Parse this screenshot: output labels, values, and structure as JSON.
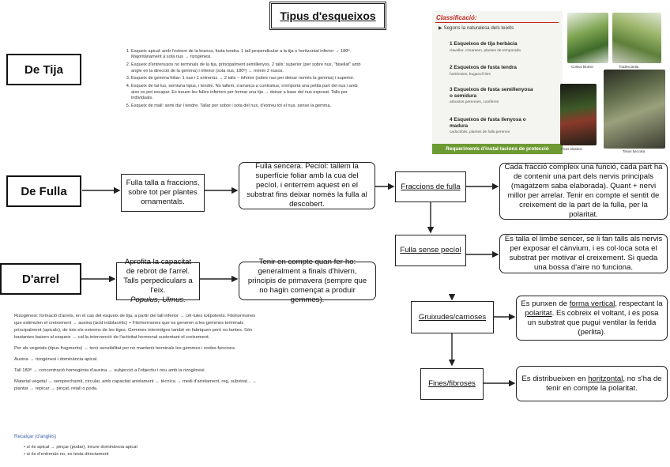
{
  "title": "Tipus d'esqueixos",
  "categories": {
    "tija": "De Tija",
    "fulla": "De Fulla",
    "arrel": "D'arrel"
  },
  "tija_notes": [
    "Esqueix apical: amb l'extrem de la branca, fusta tendra. 1 tall perpendicular a la tija o horitzontal inferior → 180º. Majoritàriament a sota nus → rizogènesi.",
    "Esqueix d'entrenusos no terminals de la tija, principalment semillenyos. 2 talls: superior (per sobre nus, \"bisellat\" amb angle en la direcció de la gemma) i inferior (sota nus, 180º) → mínim 2 nusos.",
    "Esqueix de gemma foliar: 1 nus i 1 entrenús → 2 talls – inferior (sobre nus per deixar només la gemma) i superior.",
    "Esqueix de tal·lus, semiuna tipus, i tendre. No tallem, s'arranca a contrarius, s'emporta una petita part del nus i amb aixo es pot escapar. Es treuen les fulles inferiors per formar una tija → deixar a base del nus exposat. Talls per individuals.",
    "Esqueix de mall: semi dur i tendre. Tallar per sobre i sota del nus, d'extreu tot el nus, sense la gemma."
  ],
  "fulla_flow": {
    "a": "Fulla talla a fraccions, sobre tot per plantes ornamentals.",
    "b": "Fulla sencera. Pecíol: tallem la superfície foliar amb la cua del pecíol, i enterrem aquest en el substrat fins deixar només la fulla al descobert.",
    "c": "Fraccions de fulla",
    "d": "Cada fracció compleix una funció, cada part ha de contenir una part dels nervis principals (magatzem saba elaborada). Quant + nervi millor per arrelar. Tenir en compte el sentit de creixement de la part de la fulla, per la polaritat.",
    "e": "Fulla sense pecíol",
    "f": "Es talla el limbe sencer, se li fan talls als nervis per exposar el cànvium, i es col·loca sota el substrat per motivar el creixement. Si queda una bossa d'aire no funciona."
  },
  "arrel_flow": {
    "a": "Aprofita la capacitat de rebrot de l'arrel. Talls perpediculars a l'eix.",
    "a_italic": "Populus, Ulmus.",
    "b": "Tenir en compte quan fer-ho: generalment a finals d'hivern, principis de primavera (sempre que no hagin començat a produir gemmes).",
    "c": "Gruixudes/carnoses",
    "d_pre": "Es punxen de ",
    "d_u1": "forma vertical",
    "d_mid": ", respectant la ",
    "d_u2": "polaritat",
    "d_post": ". Es cobreix el voltant, i es posa un substrat que pugui ventilar la ferida (perlita).",
    "e": "Fines/fibroses",
    "f_pre": "Es distribueixen en ",
    "f_u": "horitzontal",
    "f_post": ", no s'ha de tenir en compte la polaritat."
  },
  "bottom_notes": [
    "Rizogènesi: formació d'arrels, en el cas del esqueix de tija, a partir del tall inferior → cèl·lules totipotents. Fitohormones que estimulen el creixement → auxina (àcid indolacètic) + Fitohormones que es generen a les gemmes terminals principalment (apicals), de tots els extrems de les tiges. Gemmes intermitges també en fabriquen però no tantes. Són bastantes baixen al esqueix → cal la intervenció de l'activitat hormonal sustentant el creixement.",
    "Per als vegetals (tipus fragments) → tenir sensibilitat per no mantenir terminals les gemmes i nodes funcions.",
    "Auxina → rizogènesi i dominància apical.",
    "Tall 180º → concentració homogènia d'auxina → subjecció a l'objectiu i nou amb la rizogènesi.",
    "Material vegetal → semprechamit, circular, amb capacitat arrelament → tècnica → medi d'arrelament, reg, substrat... → plantar → repicar → pinçat, retall o poda."
  ],
  "pinch_title": "Recalçar (d'anglès)",
  "pinch_items": [
    "si és apical → pinçar (podar), treure dominància apical",
    "si és d'entrenús no, es testa directament"
  ],
  "classification": {
    "title": "Classificació:",
    "subtitle": "Segons la naturalesa dels teixits",
    "items": [
      {
        "num": "1",
        "name": "Esqueixos de tija herbàcia",
        "detail": "claveller, crisantem, plantes de temporada"
      },
      {
        "num": "2",
        "name": "Esqueixos de fusta tendra",
        "detail": "hortènsies, buganvíl·lies"
      },
      {
        "num": "3",
        "name": "Esqueixos de fusta semillenyosa o semidura",
        "detail": "arbustos perennes, coníferes"
      },
      {
        "num": "4",
        "name": "Esqueixos de fusta llenyosa o madura",
        "detail": "caducifolis, plantes de fulla perenne"
      }
    ],
    "footer": "Requeriments d'instal·lacions de protecció",
    "captions": [
      "Coleus blumei",
      "Tradescantia",
      "Ficus elastica",
      "Taxus baccata"
    ]
  },
  "colors": {
    "accent_red": "#c0281f",
    "green_bar": "#6e9a33",
    "line": "#222222"
  }
}
